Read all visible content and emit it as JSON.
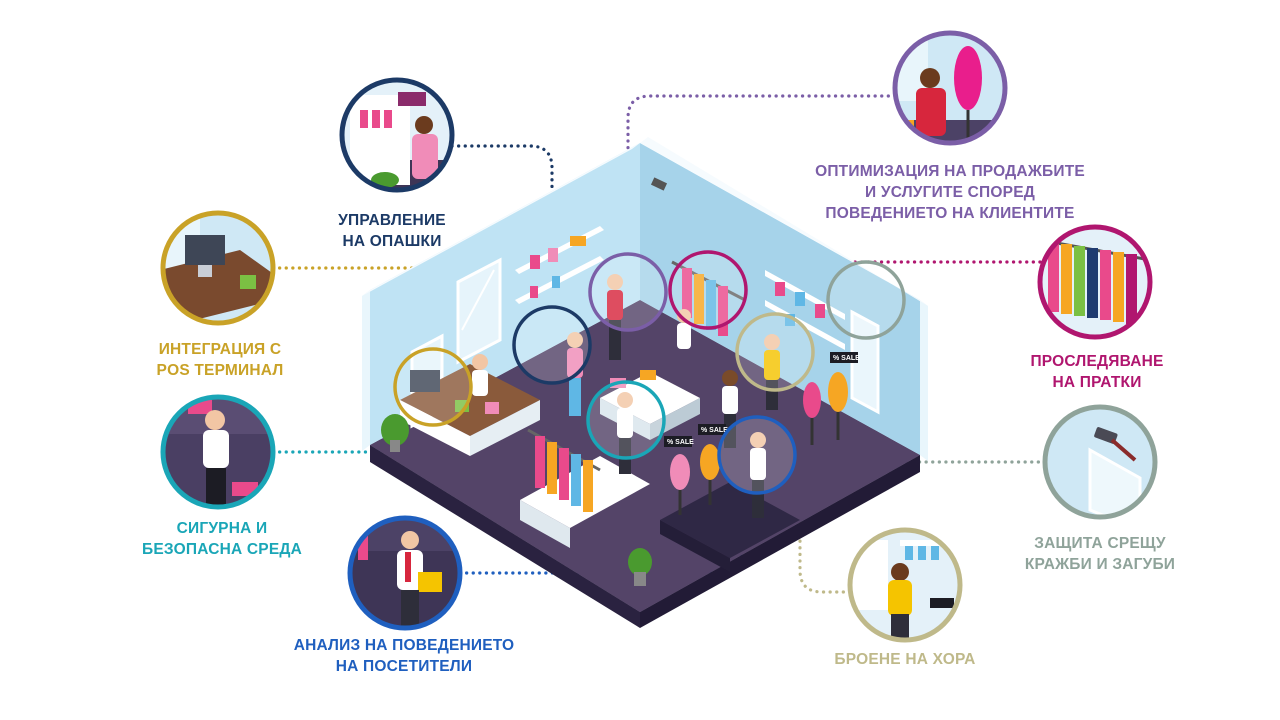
{
  "colors": {
    "queue": "#1c3a66",
    "pos": "#c9a227",
    "security": "#1aa6b7",
    "behavior": "#1f5fbf",
    "counting": "#bfb98a",
    "theft": "#8fa39a",
    "tracking": "#b0166f",
    "sales": "#7b5ea7"
  },
  "features": {
    "queue": {
      "icon": "queue-cashier-icon",
      "lines": [
        "УПРАВЛЕНИЕ",
        "НА ОПАШКИ"
      ]
    },
    "pos": {
      "icon": "pos-terminal-icon",
      "lines": [
        "ИНТЕГРАЦИЯ С",
        "POS ТЕРМИНАЛ"
      ]
    },
    "security": {
      "icon": "safe-environment-icon",
      "lines": [
        "СИГУРНА И",
        "БЕЗОПАСНА СРЕДА"
      ]
    },
    "behavior": {
      "icon": "visitor-behavior-icon",
      "lines": [
        "АНАЛИЗ НА ПОВЕДЕНИЕТО",
        "НА ПОСЕТИТЕЛИ"
      ]
    },
    "counting": {
      "icon": "people-counting-icon",
      "lines": [
        "БРОЕНЕ НА ХОРА"
      ]
    },
    "theft": {
      "icon": "security-camera-icon",
      "lines": [
        "ЗАЩИТА СРЕЩУ",
        "КРАЖБИ И ЗАГУБИ"
      ]
    },
    "tracking": {
      "icon": "clothes-rack-icon",
      "lines": [
        "ПРОСЛЕДЯВАНЕ",
        "НА ПРАТКИ"
      ]
    },
    "sales": {
      "icon": "mannequin-customer-icon",
      "lines": [
        "ОПТИМИЗАЦИЯ НА ПРОДАЖБИТЕ",
        "И УСЛУГИТЕ СПОРЕД",
        "ПОВЕДЕНИЕТО НА КЛИЕНТИТЕ"
      ]
    }
  },
  "store_signs": {
    "sale1": "% SALE",
    "sale2": "% SALE",
    "sale3": "% SALE"
  }
}
